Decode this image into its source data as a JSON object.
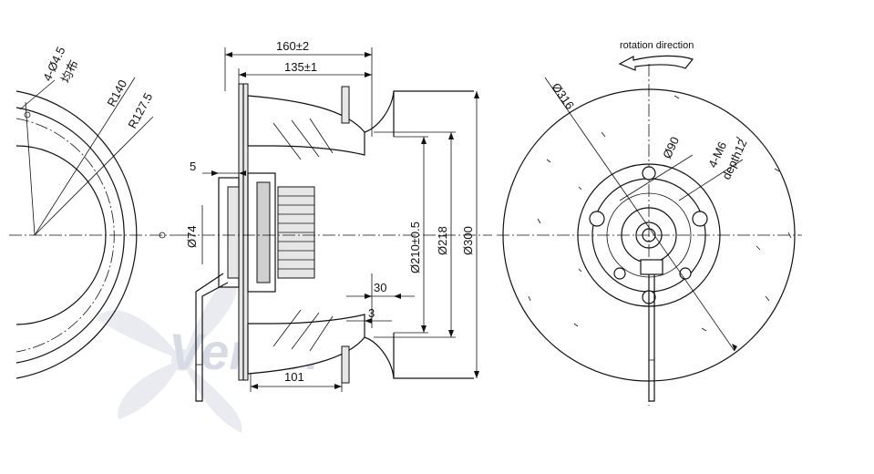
{
  "colors": {
    "line": "#111111",
    "watermark": "#d7dbe6",
    "background": "#ffffff"
  },
  "watermark": {
    "text": "Ventel"
  },
  "side_view": {
    "holes_label": "4-Ø4.5",
    "holes_note": "均布",
    "radius_outer": "R140",
    "radius_inner": "R127.5"
  },
  "section_view": {
    "overall_length": "160±2",
    "body_length": "135±1",
    "flange_offset": "5",
    "hub_diameter": "Ø74",
    "inlet_diameter": "Ø210±0.5",
    "ring_diameter": "Ø218",
    "fan_diameter": "Ø300",
    "inlet_depth": "30",
    "inlet_step": "3",
    "bottom_length": "101"
  },
  "front_view": {
    "rotation_label": "rotation direction",
    "outer_diameter": "Ø316",
    "bolt_circle": "Ø90",
    "thread_label": "4-M6",
    "thread_depth": "depth12"
  }
}
